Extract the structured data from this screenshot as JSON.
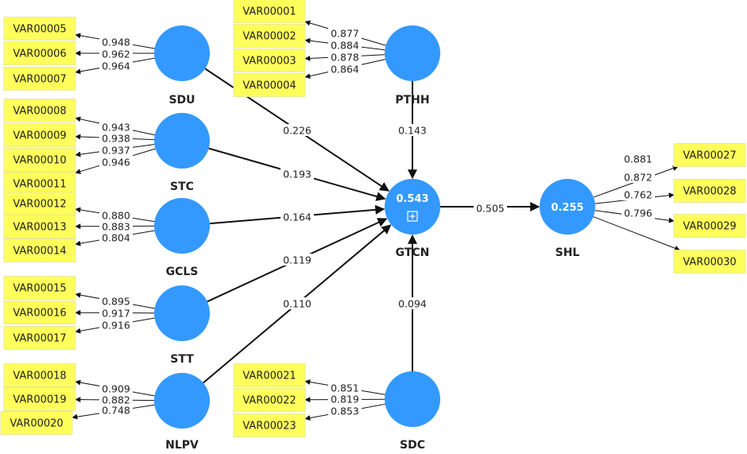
{
  "latent_variables": [
    {
      "id": "SDU",
      "label": "SDU",
      "r2": ""
    },
    {
      "id": "PTHH",
      "label": "PTHH",
      "r2": ""
    },
    {
      "id": "STC",
      "label": "STC",
      "r2": ""
    },
    {
      "id": "GCLS",
      "label": "GCLS",
      "r2": ""
    },
    {
      "id": "STT",
      "label": "STT",
      "r2": ""
    },
    {
      "id": "NLPV",
      "label": "NLPV",
      "r2": ""
    },
    {
      "id": "SDC",
      "label": "SDC",
      "r2": ""
    },
    {
      "id": "GTCN",
      "label": "GTCN",
      "r2": "0.543"
    },
    {
      "id": "SHL",
      "label": "SHL",
      "r2": "0.255"
    }
  ],
  "indicators": [
    {
      "id": "VAR00005",
      "label": "VAR00005",
      "lv": "SDU",
      "loading": "0.948"
    },
    {
      "id": "VAR00006",
      "label": "VAR00006",
      "lv": "SDU",
      "loading": "0.962"
    },
    {
      "id": "VAR00007",
      "label": "VAR00007",
      "lv": "SDU",
      "loading": "0.964"
    },
    {
      "id": "VAR00001",
      "label": "VAR00001",
      "lv": "PTHH",
      "loading": "0.877"
    },
    {
      "id": "VAR00002",
      "label": "VAR00002",
      "lv": "PTHH",
      "loading": "0.884"
    },
    {
      "id": "VAR00003",
      "label": "VAR00003",
      "lv": "PTHH",
      "loading": "0.878"
    },
    {
      "id": "VAR00004",
      "label": "VAR00004",
      "lv": "PTHH",
      "loading": "0.864"
    },
    {
      "id": "VAR00008",
      "label": "VAR00008",
      "lv": "STC",
      "loading": "0.943"
    },
    {
      "id": "VAR00009",
      "label": "VAR00009",
      "lv": "STC",
      "loading": "0.938"
    },
    {
      "id": "VAR00010",
      "label": "VAR00010",
      "lv": "STC",
      "loading": "0.937"
    },
    {
      "id": "VAR00011",
      "label": "VAR00011",
      "lv": "STC",
      "loading": "0.946"
    },
    {
      "id": "VAR00012",
      "label": "VAR00012",
      "lv": "GCLS",
      "loading": "0.880"
    },
    {
      "id": "VAR00013",
      "label": "VAR00013",
      "lv": "GCLS",
      "loading": "0.883"
    },
    {
      "id": "VAR00014",
      "label": "VAR00014",
      "lv": "GCLS",
      "loading": "0.804"
    },
    {
      "id": "VAR00015",
      "label": "VAR00015",
      "lv": "STT",
      "loading": "0.895"
    },
    {
      "id": "VAR00016",
      "label": "VAR00016",
      "lv": "STT",
      "loading": "0.917"
    },
    {
      "id": "VAR00017",
      "label": "VAR00017",
      "lv": "STT",
      "loading": "0.916"
    },
    {
      "id": "VAR00018",
      "label": "VAR00018",
      "lv": "NLPV",
      "loading": "0.909"
    },
    {
      "id": "VAR00019",
      "label": "VAR00019",
      "lv": "NLPV",
      "loading": "0.882"
    },
    {
      "id": "VAR00020",
      "label": "VAR00020",
      "lv": "NLPV",
      "loading": "0.748"
    },
    {
      "id": "VAR00021",
      "label": "VAR00021",
      "lv": "SDC",
      "loading": "0.851"
    },
    {
      "id": "VAR00022",
      "label": "VAR00022",
      "lv": "SDC",
      "loading": "0.819"
    },
    {
      "id": "VAR00023",
      "label": "VAR00023",
      "lv": "SDC",
      "loading": "0.853"
    },
    {
      "id": "VAR00027",
      "label": "VAR00027",
      "lv": "SHL",
      "loading": "0.881"
    },
    {
      "id": "VAR00028",
      "label": "VAR00028",
      "lv": "SHL",
      "loading": "0.872"
    },
    {
      "id": "VAR00029",
      "label": "VAR00029",
      "lv": "SHL",
      "loading": "0.762"
    },
    {
      "id": "VAR00030",
      "label": "VAR00030",
      "lv": "SHL",
      "loading": "0.796"
    }
  ],
  "paths": [
    {
      "from": "SDU",
      "to": "GTCN",
      "coef": "0.226"
    },
    {
      "from": "STC",
      "to": "GTCN",
      "coef": "0.193"
    },
    {
      "from": "GCLS",
      "to": "GTCN",
      "coef": "0.164"
    },
    {
      "from": "STT",
      "to": "GTCN",
      "coef": "0.119"
    },
    {
      "from": "NLPV",
      "to": "GTCN",
      "coef": "0.110"
    },
    {
      "from": "PTHH",
      "to": "GTCN",
      "coef": "0.143"
    },
    {
      "from": "SDC",
      "to": "GTCN",
      "coef": "0.094"
    },
    {
      "from": "GTCN",
      "to": "SHL",
      "coef": "0.505"
    }
  ],
  "colors": {
    "latent_fill": "#3399ff",
    "indicator_fill": "#ffff5c",
    "edge": "#111111"
  },
  "icons": {
    "expand": "plus-square-icon"
  }
}
